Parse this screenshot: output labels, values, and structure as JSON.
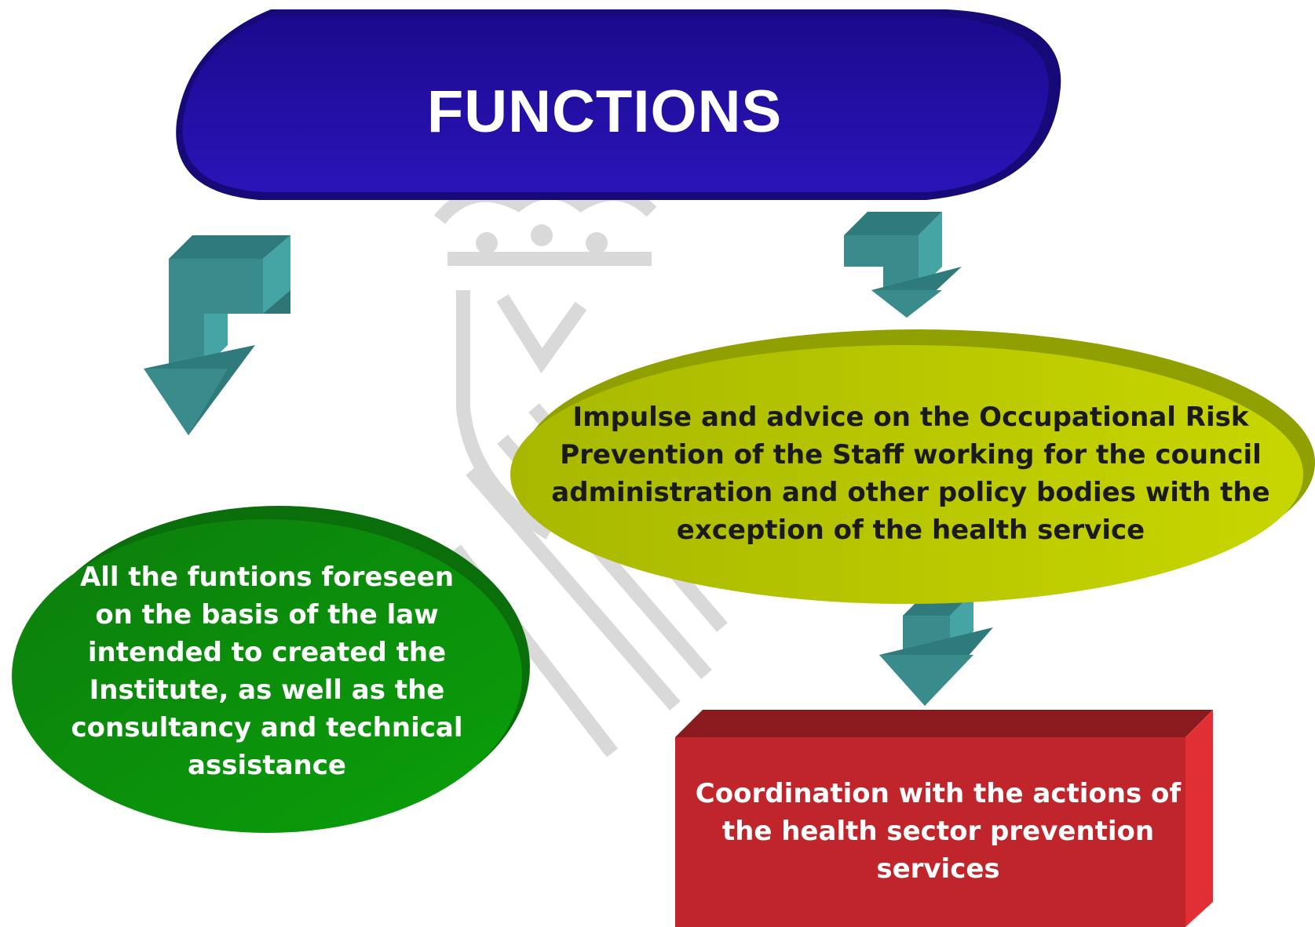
{
  "title": "FUNCTIONS",
  "nodes": {
    "green": "All the funtions foreseen on the basis of the law intended to created the Institute, as well as the consultancy and technical assistance",
    "yellow": "Impulse and advice on the Occupational Risk Prevention of the Staff working for the council administration and other policy bodies with the exception of the health service",
    "red": "Coordination with the actions of the health sector prevention services"
  },
  "colors": {
    "title_box": "#1f0aa6",
    "green_ellipse": "#0a8a0a",
    "yellow_ellipse": "#b3c400",
    "red_box": "#c0252b",
    "arrow": "#3a8f8f",
    "watermark": "#cfcfcf"
  },
  "icons": [
    "coat-of-arms-watermark",
    "arrow-down-icon"
  ]
}
